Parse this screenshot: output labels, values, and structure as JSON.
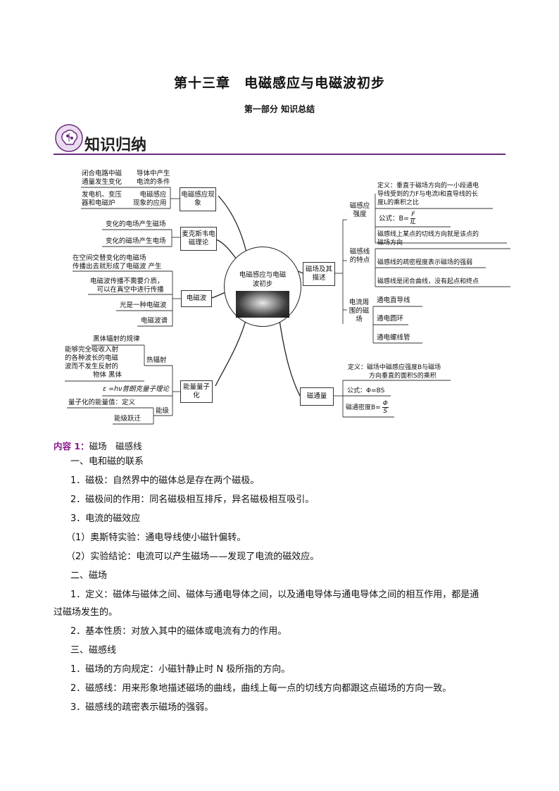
{
  "header": {
    "chapter_title": "第十三章　电磁感应与电磁波初步",
    "part_title": "第一部分  知识总结",
    "banner_title": "知识归纳"
  },
  "mindmap": {
    "center": "电磁感应与电磁波初步",
    "left": {
      "induction": {
        "node": "电磁感应现象",
        "c1a": "闭合电路中磁",
        "c1b": "通量发生变化",
        "c2a": "导体中产生",
        "c2b": "电流的条件",
        "c3a": "发电机、变压",
        "c3b": "器和电磁炉",
        "c4a": "电磁感应",
        "c4b": "现象的应用"
      },
      "maxwell": {
        "node": "麦克斯韦电磁理论",
        "item1": "变化的电场产生磁场",
        "item2": "变化的磁场产生电场"
      },
      "wave": {
        "node": "电磁波",
        "item1a": "在空间交替变化的电磁场",
        "item1b": "传播出去就形成了电磁波  产生",
        "item2a": "电磁波传播不需要介质，",
        "item2b": "可以在真空中进行传播",
        "item3": "光是一种电磁波",
        "item4": "电磁波谱"
      },
      "quantum": {
        "node": "能量量子化",
        "heat": "热辐射",
        "heat_rule": "黑体辐射的规律",
        "bb1": "能够完全吸收入射",
        "bb2": "的各种波长的电磁",
        "bb3": "波而不发生反射的",
        "bb4": "物体  黑体",
        "planck": "ε =hν普朗克量子理论",
        "level": "能级",
        "level1": "量子化的能量值：定义",
        "level2": "能级跃迁"
      }
    },
    "right": {
      "field": {
        "node": "磁场及其描述",
        "strength": "磁感应强度",
        "def1": "定义：垂直于磁场方向的一小段通电",
        "def2": "导线受到的力F与电流I和直导线的长",
        "def3": "度L的乘积之比",
        "formula": "公式：B=",
        "frac_num": "F",
        "frac_den": "IL",
        "lines_node": "磁感线的特点",
        "line1a": "磁感线上某点的切线方向就是该点的",
        "line1b": "磁场方向",
        "line2": "磁感线的疏密程度表示磁场的强弱",
        "line3": "磁感线是闭合曲线，没有起点和终点",
        "current_node": "电流周围的磁场",
        "cur1": "通电直导线",
        "cur2": "通电圆环",
        "cur3": "通电螺线管"
      },
      "flux": {
        "node": "磁通量",
        "def1": "定义：磁场中磁感应强度B与磁场",
        "def2": "方向垂直的面积S的乘积",
        "formula": "公式：Φ=BS",
        "density": "磁通密度B=",
        "frac_num": "Φ",
        "frac_den": "S"
      }
    }
  },
  "content": {
    "section_label": "内容 1：",
    "section_title": "磁场　磁感线",
    "h1": "一、电和磁的联系",
    "p1": "1．磁极：自然界中的磁体总是存在两个磁极。",
    "p2": "2．磁极间的作用：同名磁极相互排斥，异名磁极相互吸引。",
    "p3": "3．电流的磁效应",
    "p4": "（1）奥斯特实验：通电导线使小磁针偏转。",
    "p5": "（2）实验结论：电流可以产生磁场——发现了电流的磁效应。",
    "h2": "二、磁场",
    "p6a": "1．定义：磁体与磁体之间、磁体与通电导体之间，以及通电导体与通电导体之间的相互作用，都是通",
    "p6b": "过磁场发生的。",
    "p7": "2．基本性质：对放入其中的磁体或电流有力的作用。",
    "h3": "三、磁感线",
    "p8": "1．磁场的方向规定：小磁针静止时 N 极所指的方向。",
    "p9": "2．磁感线：用来形象地描述磁场的曲线，曲线上每一点的切线方向都跟这点磁场的方向一致。",
    "p10": "3．磁感线的疏密表示磁场的强弱。"
  }
}
